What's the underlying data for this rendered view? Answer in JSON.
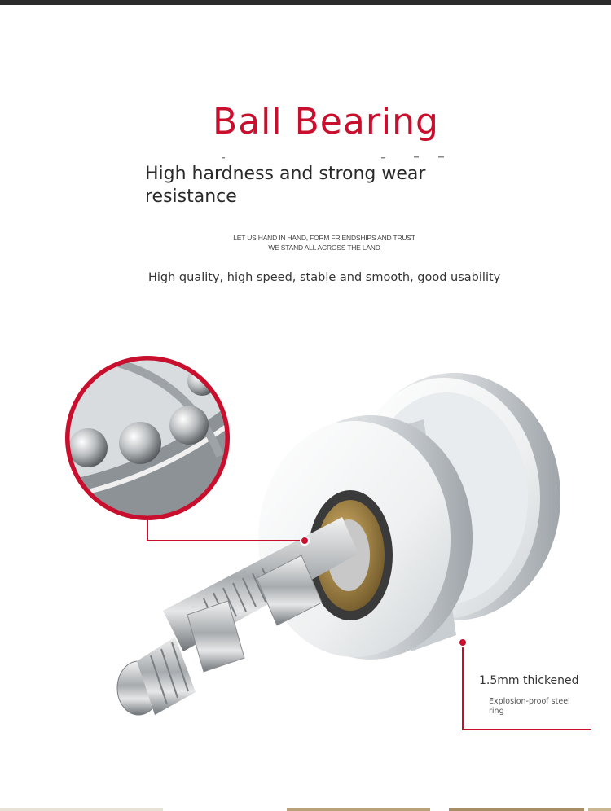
{
  "heading": {
    "title": "Ball Bearing"
  },
  "subtitle": {
    "line1": "High hardness and strong wear",
    "line2": "resistance"
  },
  "slogan": {
    "line1": "LET US HAND IN HAND, FORM FRIENDSHIPS AND TRUST",
    "line2": "WE STAND ALL ACROSS THE LAND"
  },
  "tagline": "High quality, high speed, stable and smooth, good usability",
  "callouts": {
    "thickness": "1.5mm thickened",
    "ring_line1": "Explosion-proof steel",
    "ring_line2": "ring"
  },
  "colors": {
    "accent": "#c8102e",
    "callout_line": "#c8102e"
  }
}
